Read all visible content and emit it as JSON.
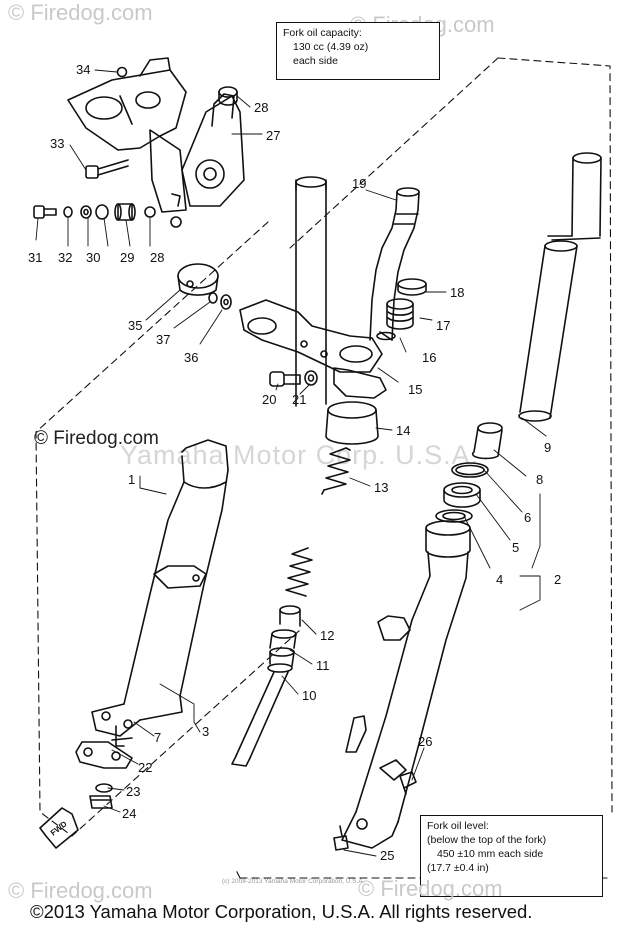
{
  "watermarks": {
    "top_left": "© Firedog.com",
    "top_right": "© Firedog.com",
    "bottom_left": "© Firedog.com",
    "bottom_right": "© Firedog.com",
    "side": "© Firedog.com",
    "center": "Yamaha Motor Corp. U.S.A."
  },
  "notes": {
    "capacity": {
      "title": "Fork oil capacity:",
      "value": "130 cc (4.39 oz)",
      "unit": "each side"
    },
    "level": {
      "title": "Fork oil level:",
      "detail": "(below the top of the fork)",
      "value": "450 ±10 mm each side",
      "alt": "(17.7 ±0.4 in)"
    }
  },
  "arrow_label": "FWD",
  "tiny_copyright": "(c) 2008-2013 Yamaha Motor Corporation, U.S.A.",
  "footer": "©2013 Yamaha Motor Corporation, U.S.A. All rights reserved.",
  "callouts": [
    "34",
    "33",
    "31",
    "32",
    "30",
    "29",
    "28",
    "28",
    "27",
    "35",
    "37",
    "36",
    "19",
    "18",
    "17",
    "16",
    "15",
    "20",
    "21",
    "14",
    "13",
    "9",
    "8",
    "6",
    "5",
    "4",
    "2",
    "1",
    "12",
    "11",
    "10",
    "7",
    "3",
    "22",
    "23",
    "24",
    "26",
    "25"
  ]
}
